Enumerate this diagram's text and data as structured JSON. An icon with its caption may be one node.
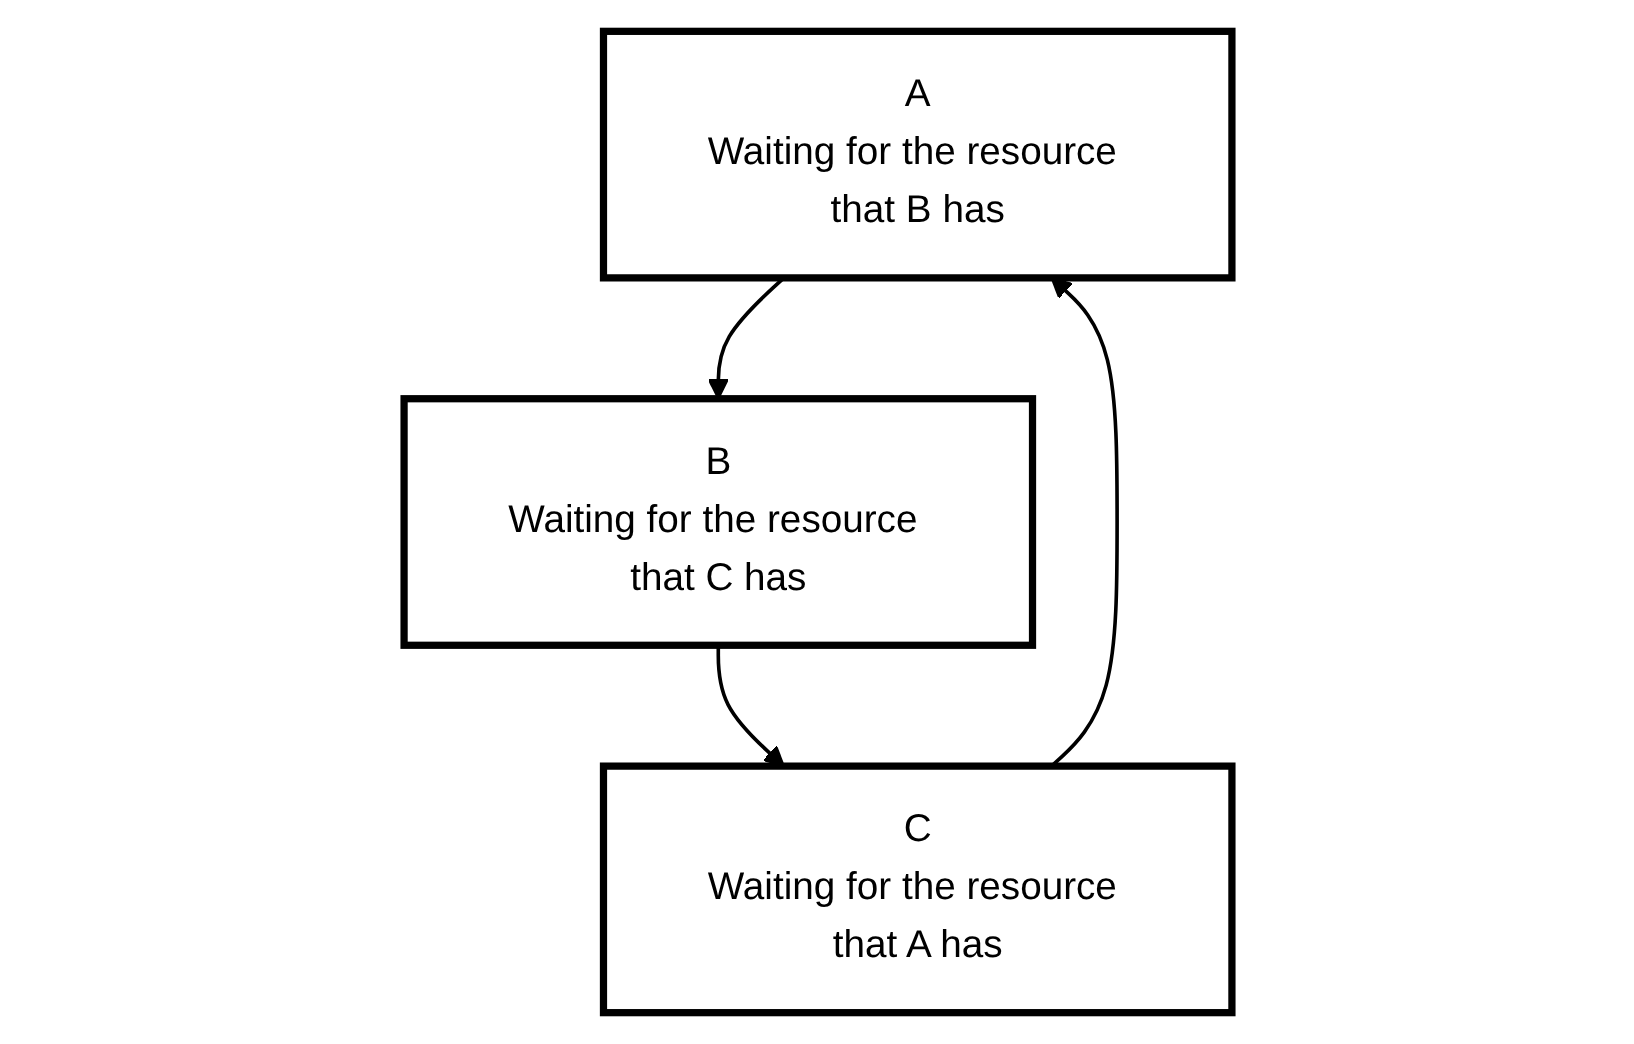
{
  "diagram": {
    "nodes": [
      {
        "text": [
          "A",
          "Waiting for the resource that B has"
        ]
      },
      {
        "text": [
          "B",
          "Waiting for the resource that C has"
        ]
      },
      {
        "text": [
          "C",
          "Waiting for the resource that A has"
        ]
      }
    ],
    "edges": [
      {
        "from": 0,
        "to": 1,
        "arrow": "to"
      },
      {
        "from": 1,
        "to": 2,
        "arrow": "to"
      },
      {
        "from": 2,
        "to": 0,
        "arrow": "to"
      }
    ]
  }
}
